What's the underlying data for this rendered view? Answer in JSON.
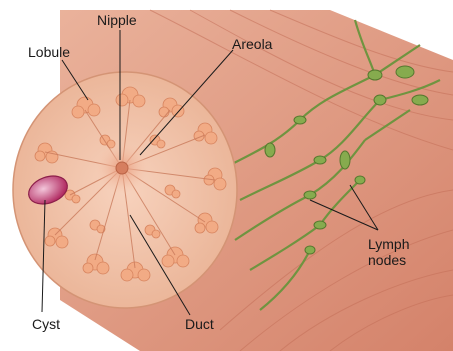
{
  "labels": {
    "nipple": "Nipple",
    "lobule": "Lobule",
    "areola": "Areola",
    "lymph_nodes": "Lymph nodes",
    "cyst": "Cyst",
    "duct": "Duct"
  },
  "colors": {
    "muscle": "#e8a58c",
    "muscle_dark": "#c9735c",
    "tissue": "#f1c3a8",
    "lobule": "#f0a77e",
    "lymph": "#7fa24a",
    "cyst": "#c23a70",
    "leader": "#1a1a1a"
  }
}
